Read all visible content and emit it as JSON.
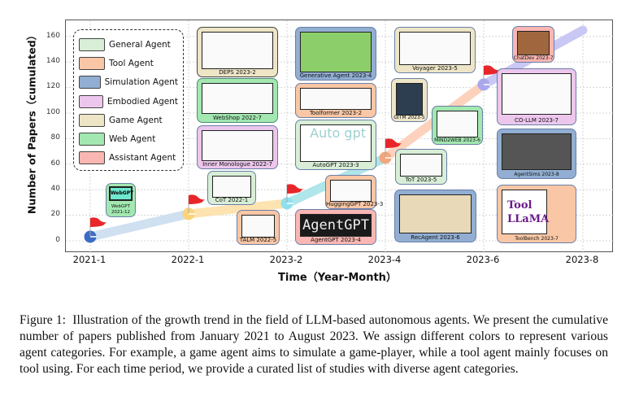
{
  "chart_data": {
    "type": "line",
    "title": "",
    "xlabel": "Time（Year-Month）",
    "ylabel": "Number of Papers（cumulated）",
    "categories": [
      "2021-1",
      "2022-1",
      "2023-2",
      "2023-4",
      "2023-6",
      "2023-8"
    ],
    "values": [
      3,
      21,
      29,
      65,
      122,
      165
    ],
    "y_ticks": [
      0,
      20,
      40,
      60,
      80,
      100,
      120,
      140,
      160
    ],
    "ylim": [
      -3,
      170
    ],
    "grid": true,
    "legend_position": "upper left",
    "segment_colors": [
      "#cfe0f1",
      "#fde3b0",
      "#aee6ea",
      "#fdd2bd",
      "#c9c8f4"
    ],
    "point_colors": [
      "#3b6bc4",
      "#fbd37a",
      "#8fe0ef",
      "#f4a77e",
      "#a9a8ee"
    ],
    "legend": [
      {
        "label": "General Agent",
        "color": "#d8eed6"
      },
      {
        "label": "Tool Agent",
        "color": "#f9c7a5"
      },
      {
        "label": "Simulation Agent",
        "color": "#92aed2"
      },
      {
        "label": "Embodied Agent",
        "color": "#ecc6ec"
      },
      {
        "label": "Game Agent",
        "color": "#ede5c6"
      },
      {
        "label": "Web Agent",
        "color": "#a2e8b0"
      },
      {
        "label": "Assistant Agent",
        "color": "#f9b6b2"
      }
    ],
    "annotations": [
      {
        "label": "WebGPT 2021-12",
        "category": "Web Agent"
      },
      {
        "label": "DEPS 2023-2",
        "category": "Game Agent"
      },
      {
        "label": "WebShop 2022-7",
        "category": "Web Agent"
      },
      {
        "label": "Inner Monologue 2022-7",
        "category": "Embodied Agent"
      },
      {
        "label": "CoT 2022-1",
        "category": "General Agent"
      },
      {
        "label": "TALM 2022-5",
        "category": "Tool Agent"
      },
      {
        "label": "Generative Agent 2023-4",
        "category": "Simulation Agent"
      },
      {
        "label": "Toolformer 2023-2",
        "category": "Tool Agent"
      },
      {
        "label": "AutoGPT 2023-3",
        "category": "General Agent"
      },
      {
        "label": "HuggingGPT 2023-3",
        "category": "Tool Agent"
      },
      {
        "label": "AgentGPT 2023-4",
        "category": "Assistant Agent"
      },
      {
        "label": "Voyager 2023-5",
        "category": "Game Agent"
      },
      {
        "label": "GITM 2023-5",
        "category": "Game Agent"
      },
      {
        "label": "MIND2WEB 2023-6",
        "category": "Web Agent"
      },
      {
        "label": "ToT 2023-5",
        "category": "General Agent"
      },
      {
        "label": "RecAgent 2023-6",
        "category": "Simulation Agent"
      },
      {
        "label": "ChatDev 2023-7",
        "category": "Assistant Agent"
      },
      {
        "label": "CO-LLM 2023-7",
        "category": "Embodied Agent"
      },
      {
        "label": "AgentSims 2023-8",
        "category": "Simulation Agent"
      },
      {
        "label": "ToolBench 2023-7",
        "category": "Tool Agent"
      }
    ]
  },
  "figure": {
    "ylabel": "Number of Papers（cumulated）",
    "xlabel": "Time（Year-Month）",
    "y_ticks": [
      "0",
      "20",
      "40",
      "60",
      "80",
      "100",
      "120",
      "140",
      "160"
    ],
    "x_ticks": [
      "2021-1",
      "2022-1",
      "2023-2",
      "2023-4",
      "2023-6",
      "2023-8"
    ],
    "legend": [
      "General Agent",
      "Tool Agent",
      "Simulation Agent",
      "Embodied Agent",
      "Game Agent",
      "Web Agent",
      "Assistant Agent"
    ],
    "cards": {
      "webgpt": {
        "caption": "WebGPT\n2021-12",
        "thumb_text": "WebGPT"
      },
      "deps": {
        "caption": "DEPS 2023-2"
      },
      "webshop": {
        "caption": "WebShop 2022-7"
      },
      "inner": {
        "caption": "Inner Monologue 2022-7"
      },
      "cot": {
        "caption": "CoT 2022-1"
      },
      "talm": {
        "caption": "TALM 2022-5"
      },
      "generative": {
        "caption": "Generative Agent 2023-4"
      },
      "toolformer": {
        "caption": "Toolformer 2023-2"
      },
      "autogpt": {
        "caption": "AutoGPT 2023-3",
        "thumb_text": "Auto gpt"
      },
      "hugginggpt": {
        "caption": "HuggingGPT 2023-3"
      },
      "agentgpt": {
        "caption": "AgentGPT 2023-4",
        "thumb_text": "AgentGPT"
      },
      "voyager": {
        "caption": "Voyager 2023-5"
      },
      "gitm": {
        "caption": "GITM 2023-5"
      },
      "mind2web": {
        "caption": "MIND2WEB 2023-6"
      },
      "tot": {
        "caption": "ToT 2023-5"
      },
      "recagent": {
        "caption": "RecAgent 2023-6"
      },
      "chatdev": {
        "caption": "ChatDev 2023-7"
      },
      "colm": {
        "caption": "CO-LLM 2023-7"
      },
      "agentsims": {
        "caption": "AgentSims 2023-8"
      },
      "toolbench": {
        "caption": "ToolBench 2023-7",
        "thumb_text": "Tool LLaMA"
      }
    }
  },
  "caption": {
    "label": "Figure 1:",
    "text": "Illustration of the growth trend in the field of LLM-based autonomous agents. We present the cumulative number of papers published from January 2021 to August 2023. We assign different colors to represent various agent categories. For example, a game agent aims to simulate a game-player, while a tool agent mainly focuses on tool using. For each time period, we provide a curated list of studies with diverse agent categories."
  }
}
